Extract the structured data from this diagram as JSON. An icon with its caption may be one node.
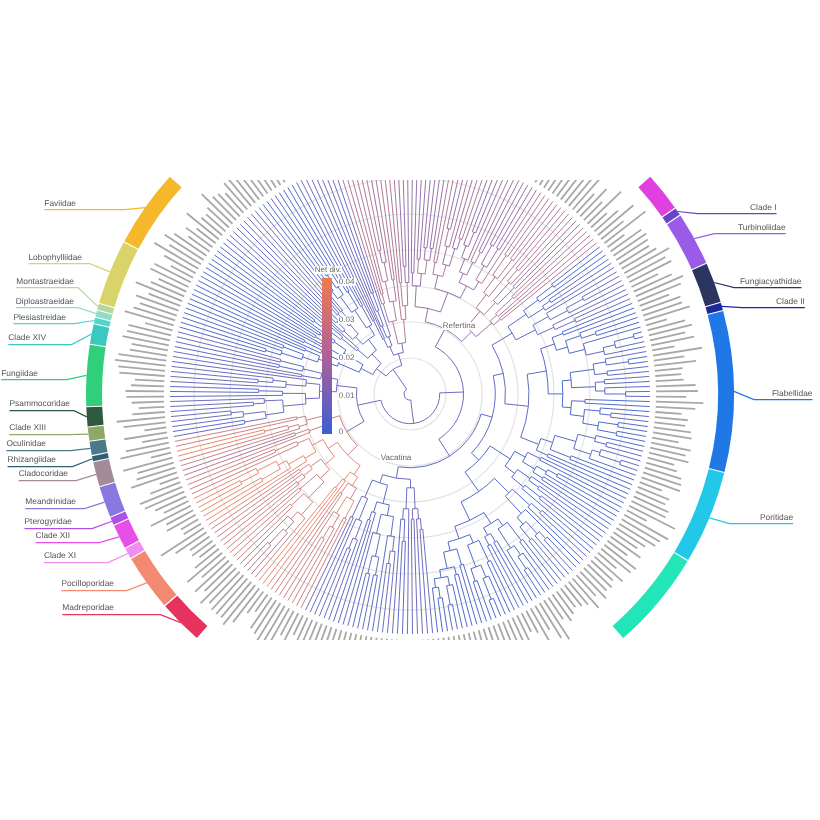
{
  "diagram": {
    "nodes": [
      {
        "text": [
          "Faviidae"
        ]
      },
      {
        "text": [],
        "shape": "arc"
      },
      {
        "text": [
          "Lobophylliidae"
        ]
      },
      {
        "text": [],
        "shape": "arc"
      },
      {
        "text": [
          "Montastraeidae"
        ]
      },
      {
        "text": [],
        "shape": "arc"
      },
      {
        "text": [
          "Diploastraeidae"
        ]
      },
      {
        "text": [],
        "shape": "arc"
      },
      {
        "text": [
          "Plesiastreidae"
        ]
      },
      {
        "text": [],
        "shape": "arc"
      },
      {
        "text": [
          "Clade XIV"
        ]
      },
      {
        "text": [],
        "shape": "arc"
      },
      {
        "text": [
          "Fungiidae"
        ]
      },
      {
        "text": [],
        "shape": "arc"
      },
      {
        "text": [
          "Psammocoridae"
        ]
      },
      {
        "text": [],
        "shape": "arc"
      },
      {
        "text": [
          "Clade XIII"
        ]
      },
      {
        "text": [],
        "shape": "arc"
      },
      {
        "text": [
          "Oculinidae"
        ]
      },
      {
        "text": [],
        "shape": "arc"
      },
      {
        "text": [
          "Rhizangiidae"
        ]
      },
      {
        "text": [],
        "shape": "arc"
      },
      {
        "text": [
          "Cladocoridae"
        ]
      },
      {
        "text": [],
        "shape": "arc"
      },
      {
        "text": [
          "Meandrinidae"
        ]
      },
      {
        "text": [],
        "shape": "arc"
      },
      {
        "text": [
          "Pterogyridae"
        ]
      },
      {
        "text": [],
        "shape": "arc"
      },
      {
        "text": [
          "Clade XII"
        ]
      },
      {
        "text": [],
        "shape": "arc"
      },
      {
        "text": [
          "Clade XI"
        ]
      },
      {
        "text": [],
        "shape": "arc"
      },
      {
        "text": [
          "Pocilloporidae"
        ]
      },
      {
        "text": [],
        "shape": "arc"
      },
      {
        "text": [
          "Madreporidae"
        ]
      },
      {
        "text": [],
        "shape": "arc"
      },
      {
        "text": [],
        "shape": "arc"
      },
      {
        "text": [
          "Clade I"
        ]
      },
      {
        "text": [],
        "shape": "arc"
      },
      {
        "text": [
          "Turbinoliidae"
        ]
      },
      {
        "text": [],
        "shape": "arc"
      },
      {
        "text": [
          "Fungiacyathidae"
        ]
      },
      {
        "text": [],
        "shape": "arc"
      },
      {
        "text": [
          "Clade II"
        ]
      },
      {
        "text": [],
        "shape": "arc"
      },
      {
        "text": [
          "Flabellidae"
        ]
      },
      {
        "text": [],
        "shape": "arc"
      },
      {
        "text": [
          "Poritidae"
        ]
      },
      {
        "text": [],
        "shape": "arc"
      },
      {
        "text": [],
        "shape": "arc"
      }
    ],
    "edges": [
      {
        "from": 0,
        "to": 1,
        "arrow": "none",
        "color": "#f5b82a"
      },
      {
        "from": 2,
        "to": 3,
        "arrow": "none",
        "color": "#d8d46a"
      },
      {
        "from": 4,
        "to": 5,
        "arrow": "none",
        "color": "#b6d79c"
      },
      {
        "from": 6,
        "to": 7,
        "arrow": "none",
        "color": "#8fdccb"
      },
      {
        "from": 8,
        "to": 9,
        "arrow": "none",
        "color": "#4fd6cf"
      },
      {
        "from": 10,
        "to": 11,
        "arrow": "none",
        "color": "#3cc8c2"
      },
      {
        "from": 12,
        "to": 13,
        "arrow": "none",
        "color": "#2fcf7c"
      },
      {
        "from": 14,
        "to": 15,
        "arrow": "none",
        "color": "#2e5a40"
      },
      {
        "from": 16,
        "to": 17,
        "arrow": "none",
        "color": "#8fa86a"
      },
      {
        "from": 18,
        "to": 19,
        "arrow": "none",
        "color": "#4a7a88"
      },
      {
        "from": 20,
        "to": 21,
        "arrow": "none",
        "color": "#2f5f70"
      },
      {
        "from": 22,
        "to": 23,
        "arrow": "none",
        "color": "#a58a98"
      },
      {
        "from": 24,
        "to": 25,
        "arrow": "none",
        "color": "#8a78e0"
      },
      {
        "from": 26,
        "to": 27,
        "arrow": "none",
        "color": "#b050e8"
      },
      {
        "from": 28,
        "to": 29,
        "arrow": "none",
        "color": "#e84ee8"
      },
      {
        "from": 30,
        "to": 31,
        "arrow": "none",
        "color": "#f08ef0"
      },
      {
        "from": 32,
        "to": 33,
        "arrow": "none",
        "color": "#f28a72"
      },
      {
        "from": 34,
        "to": 35,
        "arrow": "none",
        "color": "#e8325e"
      },
      {
        "from": 37,
        "to": 38,
        "arrow": "none",
        "color": "#6a44c8"
      },
      {
        "from": 39,
        "to": 40,
        "arrow": "none",
        "color": "#9a5ce8"
      },
      {
        "from": 41,
        "to": 42,
        "arrow": "none",
        "color": "#2b3560"
      },
      {
        "from": 43,
        "to": 44,
        "arrow": "none",
        "color": "#1a28a0"
      },
      {
        "from": 45,
        "to": 46,
        "arrow": "none",
        "color": "#1f78e6"
      },
      {
        "from": 47,
        "to": 48,
        "arrow": "none",
        "color": "#22c8e8"
      }
    ],
    "labels": [
      "Net div.",
      "0.04",
      "0.03",
      "0.02",
      "0.01",
      "0",
      "Refertina",
      "Vacatina"
    ]
  }
}
